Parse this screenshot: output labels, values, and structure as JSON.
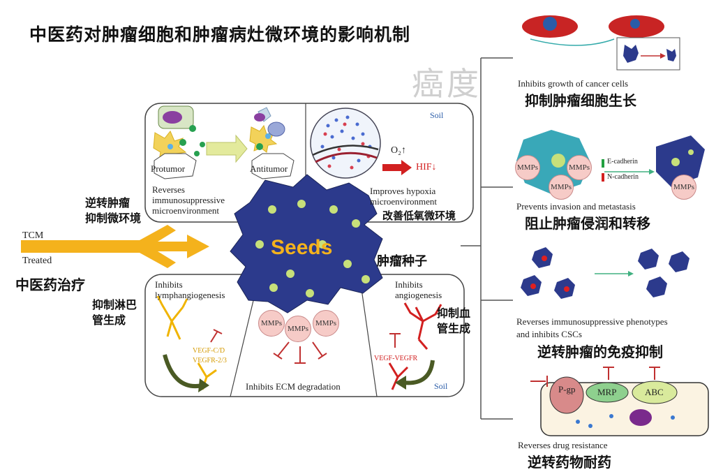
{
  "title": "中医药对肿瘤细胞和肿瘤病灶微环境的影响机制",
  "watermark": "癌度",
  "center": {
    "seeds": "Seeds",
    "seeds_cn": "肿瘤种子",
    "mmps": "MMPs"
  },
  "left": {
    "tcm": "TCM",
    "treated": "Treated",
    "treated_cn": "中医药治疗"
  },
  "top_left_panel": {
    "protumor": "Protumor",
    "antitumor": "Antitumor",
    "caption_line1": "Reverses",
    "caption_line2": "immunosuppressive",
    "caption_line3": "microenvironment",
    "side_cn_line1": "逆转肿瘤",
    "side_cn_line2": "抑制微环境"
  },
  "top_right_panel": {
    "soil": "Soil",
    "o2": "O₂↑",
    "hif": "HIF↓",
    "caption_line1": "Improves hypoxia",
    "caption_line2": "microenvironment",
    "caption_cn": "改善低氧微环境"
  },
  "bottom_left_panel": {
    "caption_line1": "Inhibits",
    "caption_line2": "lymphangiogenesis",
    "vegf_line1": "VEGF-C/D",
    "vegf_line2": "VEGFR-2/3",
    "side_cn_line1": "抑制淋巴",
    "side_cn_line2": "管生成"
  },
  "bottom_mid_panel": {
    "caption": "Inhibits ECM degradation"
  },
  "bottom_right_panel": {
    "caption_line1": "Inhibits",
    "caption_line2": "angiogenesis",
    "vegf": "VEGF-VEGFR",
    "soil": "Soil",
    "side_cn_line1": "抑制血",
    "side_cn_line2": "管生成"
  },
  "right_column": [
    {
      "caption_en": "Inhibits growth of cancer cells",
      "caption_cn": "抑制肿瘤细胞生长"
    },
    {
      "caption_en": "Prevents invasion and metastasis",
      "caption_cn": "阻止肿瘤侵润和转移",
      "e_cadherin": "E-cadherin",
      "n_cadherin": "N-cadherin",
      "mmps": "MMPs"
    },
    {
      "caption_en_line1": "Reverses immunosuppressive phenotypes",
      "caption_en_line2": "and inhibits CSCs",
      "caption_cn": "逆转肿瘤的免疫抑制"
    },
    {
      "caption_en": "Reverses drug resistance",
      "caption_cn": "逆转药物耐药",
      "pgp": "P-gp",
      "mrp": "MRP",
      "abc": "ABC"
    }
  ],
  "colors": {
    "cell_blue": "#2c3a8c",
    "arrow_orange": "#f4b21c",
    "mmp_pink": "#f6cbc7",
    "vessel_red": "#d22020",
    "lymph_yellow": "#f0b400"
  }
}
